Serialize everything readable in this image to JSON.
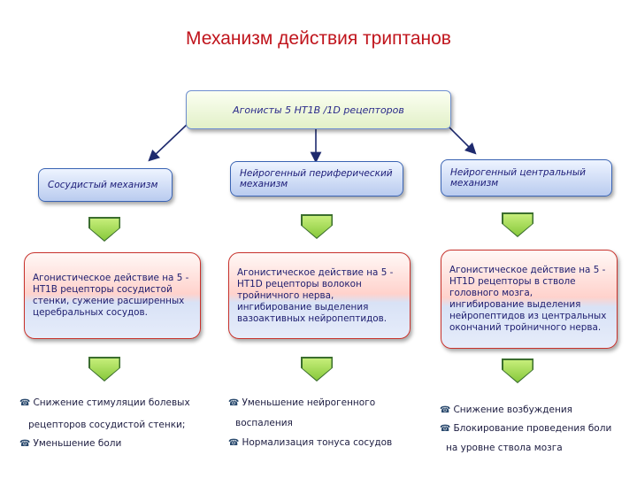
{
  "title": "Механизм действия триптанов",
  "top_box": "Агонисты 5 HT1B /1D рецепторов",
  "mechanisms": [
    {
      "label": "Сосудистый механизм"
    },
    {
      "label": "Нейрогенный периферический механизм"
    },
    {
      "label": "Нейрогенный центральный механизм"
    }
  ],
  "details": [
    "Агонистическое действие на 5 -HT1B рецепторы сосудистой стенки, сужение расширенных церебральных сосудов.",
    "Агонистическое действие на 5 -HT1D рецепторы волокон тройничного нерва, ингибирование выделения вазоактивных нейропептидов.",
    "Агонистическое действие на 5 -HT1D рецепторы в стволе головного мозга, ингибирование выделения нейропептидов из центральных окончаний тройничного нерва."
  ],
  "results": {
    "col1": {
      "line1": "Снижение стимуляции болевых",
      "line2": "рецепторов сосудистой стенки;",
      "line3": "Уменьшение боли"
    },
    "col2": {
      "line1": "Уменьшение нейрогенного",
      "line2": "воспаления",
      "line3": "Нормализация тонуса сосудов"
    },
    "col3": {
      "line1": "Снижение возбуждения",
      "line2": "Блокирование проведения боли",
      "line3": "на уровне ствола мозга"
    }
  },
  "bullet_icon": "phone-icon"
}
